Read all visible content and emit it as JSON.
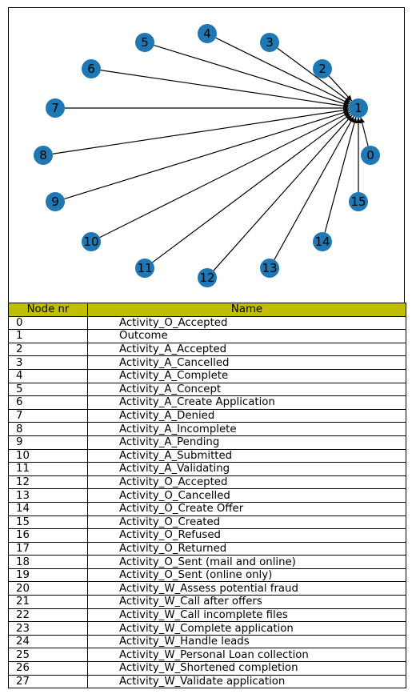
{
  "graph": {
    "node_color": "#1f77b4",
    "edge_color": "#000000",
    "center_node": "1",
    "nodes": [
      "0",
      "1",
      "2",
      "3",
      "4",
      "5",
      "6",
      "7",
      "8",
      "9",
      "10",
      "11",
      "12",
      "13",
      "14",
      "15"
    ],
    "edges": [
      {
        "from": "0",
        "to": "1"
      },
      {
        "from": "2",
        "to": "1"
      },
      {
        "from": "3",
        "to": "1"
      },
      {
        "from": "4",
        "to": "1"
      },
      {
        "from": "5",
        "to": "1"
      },
      {
        "from": "6",
        "to": "1"
      },
      {
        "from": "7",
        "to": "1"
      },
      {
        "from": "8",
        "to": "1"
      },
      {
        "from": "9",
        "to": "1"
      },
      {
        "from": "10",
        "to": "1"
      },
      {
        "from": "11",
        "to": "1"
      },
      {
        "from": "12",
        "to": "1"
      },
      {
        "from": "13",
        "to": "1"
      },
      {
        "from": "14",
        "to": "1"
      },
      {
        "from": "15",
        "to": "1"
      }
    ]
  },
  "table": {
    "header_color": "#bfbf00",
    "columns": [
      "Node nr",
      "Name"
    ],
    "rows": [
      [
        "0",
        "Activity_O_Accepted"
      ],
      [
        "1",
        "Outcome"
      ],
      [
        "2",
        "Activity_A_Accepted"
      ],
      [
        "3",
        "Activity_A_Cancelled"
      ],
      [
        "4",
        "Activity_A_Complete"
      ],
      [
        "5",
        "Activity_A_Concept"
      ],
      [
        "6",
        "Activity_A_Create Application"
      ],
      [
        "7",
        "Activity_A_Denied"
      ],
      [
        "8",
        "Activity_A_Incomplete"
      ],
      [
        "9",
        "Activity_A_Pending"
      ],
      [
        "10",
        "Activity_A_Submitted"
      ],
      [
        "11",
        "Activity_A_Validating"
      ],
      [
        "12",
        "Activity_O_Accepted"
      ],
      [
        "13",
        "Activity_O_Cancelled"
      ],
      [
        "14",
        "Activity_O_Create Offer"
      ],
      [
        "15",
        "Activity_O_Created"
      ],
      [
        "16",
        "Activity_O_Refused"
      ],
      [
        "17",
        "Activity_O_Returned"
      ],
      [
        "18",
        "Activity_O_Sent (mail and online)"
      ],
      [
        "19",
        "Activity_O_Sent (online only)"
      ],
      [
        "20",
        "Activity_W_Assess potential fraud"
      ],
      [
        "21",
        "Activity_W_Call after offers"
      ],
      [
        "22",
        "Activity_W_Call incomplete files"
      ],
      [
        "23",
        "Activity_W_Complete application"
      ],
      [
        "24",
        "Activity_W_Handle leads"
      ],
      [
        "25",
        "Activity_W_Personal Loan collection"
      ],
      [
        "26",
        "Activity_W_Shortened completion"
      ],
      [
        "27",
        "Activity_W_Validate application"
      ]
    ]
  }
}
